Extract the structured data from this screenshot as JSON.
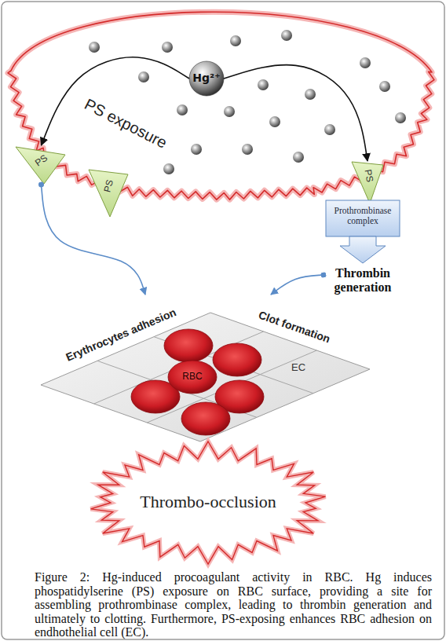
{
  "diagram": {
    "caption": "Figure 2: Hg-induced procoagulant activity in RBC. Hg induces phospatidylserine (PS) exposure on RBC surface, providing a site for assembling prothrombinase complex, leading to thrombin generation and ultimately to clotting. Furthermore, PS-exposing enhances RBC adhesion on endhothelial cell (EC).",
    "nodes": [
      {
        "text": [
          "PS exposure"
        ]
      },
      {
        "text": [
          "Hg²⁺"
        ],
        "in": 0
      },
      {
        "text": [
          "PS"
        ]
      },
      {
        "text": [
          "PS"
        ]
      },
      {
        "text": [
          "PS"
        ]
      },
      {
        "text": [
          "Prothrombinase complex",
          "Thrombin generation"
        ]
      },
      {
        "text": [
          "Erythrocytes adhesion",
          "Clot formation",
          "EC"
        ]
      },
      {
        "text": [
          "RBC"
        ],
        "in": 6
      },
      {
        "text": [
          "Thrombo-occlusion"
        ]
      }
    ],
    "edges": [
      {
        "from": 1,
        "to": 2,
        "arrow": "to"
      },
      {
        "from": 1,
        "to": 4,
        "arrow": "to"
      },
      {
        "from": 2,
        "to": 6,
        "arrow": "to"
      },
      {
        "from": 5,
        "to": 6,
        "arrow": "to"
      }
    ]
  }
}
